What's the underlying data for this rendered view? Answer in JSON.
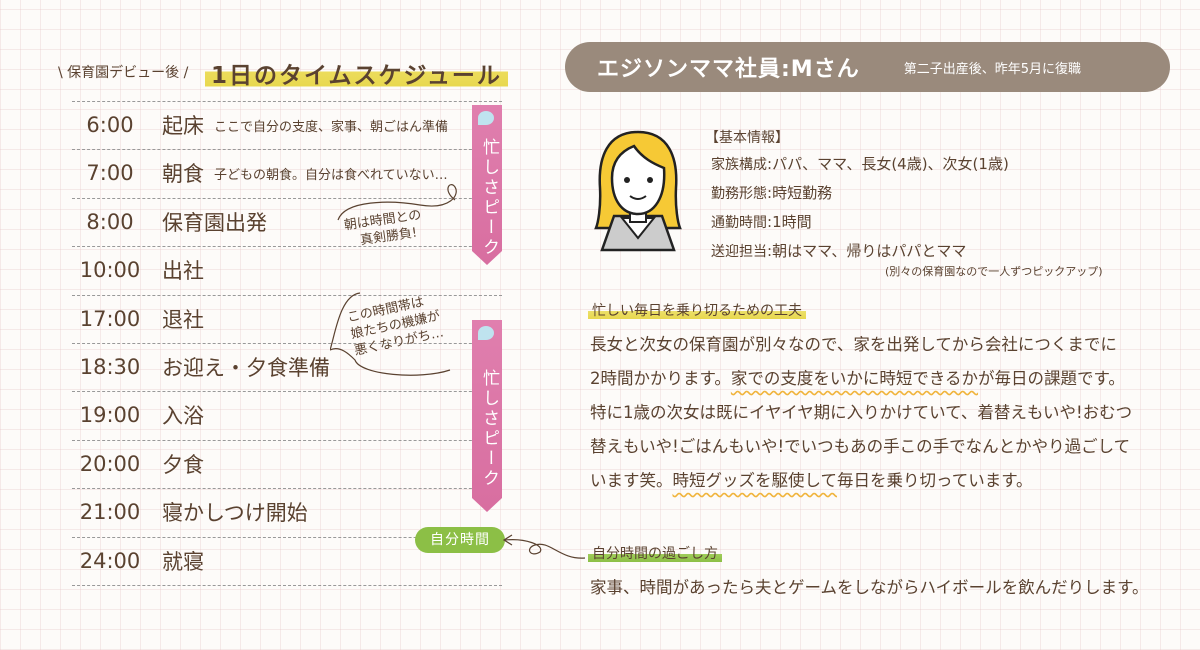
{
  "schedule": {
    "subtitle": "\\ 保育園デビュー後 /",
    "title": "1日のタイムスケジュール",
    "rows": [
      {
        "time": "6:00",
        "activity": "起床",
        "note": "ここで自分の支度、家事、朝ごはん準備"
      },
      {
        "time": "7:00",
        "activity": "朝食",
        "note": "子どもの朝食。自分は食べれていない…"
      },
      {
        "time": "8:00",
        "activity": "保育園出発",
        "note": ""
      },
      {
        "time": "10:00",
        "activity": "出社",
        "note": ""
      },
      {
        "time": "17:00",
        "activity": "退社",
        "note": ""
      },
      {
        "time": "18:30",
        "activity": "お迎え・夕食準備",
        "note": ""
      },
      {
        "time": "19:00",
        "activity": "入浴",
        "note": ""
      },
      {
        "time": "20:00",
        "activity": "夕食",
        "note": ""
      },
      {
        "time": "21:00",
        "activity": "寝かしつけ開始",
        "note": ""
      },
      {
        "time": "24:00",
        "activity": "就寝",
        "note": ""
      }
    ],
    "peak_label": "忙しさピーク",
    "annotation_morning": [
      "朝は時間との",
      "真剣勝負!"
    ],
    "annotation_evening": [
      "この時間帯は",
      "娘たちの機嫌が",
      "悪くなりがち…"
    ],
    "own_time_label": "自分時間",
    "colors": {
      "peak": "#d86ea0",
      "own_time": "#8cbf46",
      "title_highlight": "#e8d84e"
    }
  },
  "profile": {
    "name": "エジソンママ社員:Mさん",
    "note": "第二子出産後、昨年5月に復職",
    "basic_heading": "【基本情報】",
    "basic": [
      {
        "key": "家族構成",
        "value": "パパ、ママ、長女(4歳)、次女(1歳)"
      },
      {
        "key": "勤務形態",
        "value": "時短勤務"
      },
      {
        "key": "通勤時間",
        "value": "1時間"
      },
      {
        "key": "送迎担当",
        "value": "朝はママ、帰りはパパとママ"
      }
    ],
    "pickup_note": "(別々の保育園なので一人ずつピックアップ)",
    "tips_heading": "忙しい毎日を乗り切るための工夫",
    "tips": {
      "l1": "長女と次女の保育園が別々なので、家を出発してから会社につくまでに",
      "l2a": "2時間かかります。",
      "l2b": "家での支度をいかに時短できるか",
      "l2c": "が毎日の課題です。",
      "l3": "特に1歳の次女は既にイヤイヤ期に入りかけていて、着替えもいや!おむつ",
      "l4": "替えもいや!ごはんもいや!でいつもあの手この手でなんとかやり過ごして",
      "l5a": "います笑。",
      "l5b": "時短グッズを駆使して",
      "l5c": "毎日を乗り切っています。"
    },
    "own_heading": "自分時間の過ごし方",
    "own_text": "家事、時間があったら夫とゲームをしながらハイボールを飲んだりします。",
    "colors": {
      "header": "#9a8a7c",
      "hair": "#f6c935"
    }
  }
}
